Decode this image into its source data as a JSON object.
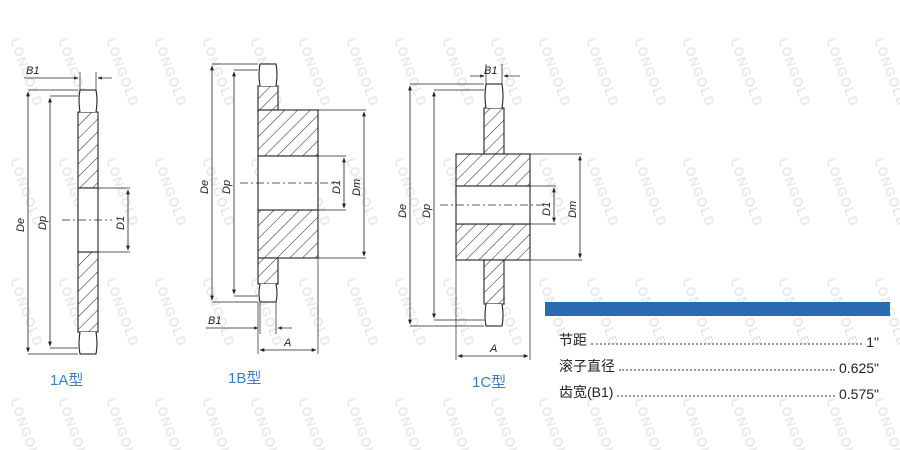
{
  "watermark": {
    "text": "LONGOLD"
  },
  "diagrams": [
    {
      "caption": "1A型",
      "labels": {
        "b1": "B1",
        "de": "De",
        "dp": "Dp",
        "d1": "D1"
      }
    },
    {
      "caption": "1B型",
      "labels": {
        "b1": "B1",
        "de": "De",
        "dp": "Dp",
        "d1": "D1",
        "dm": "Dm",
        "a": "A"
      }
    },
    {
      "caption": "1C型",
      "labels": {
        "b1": "B1",
        "de": "De",
        "dp": "Dp",
        "d1": "D1",
        "dm": "Dm",
        "a": "A"
      }
    }
  ],
  "specs": {
    "accent_color": "#2a6bb1",
    "rows": [
      {
        "label": "节距",
        "value": "1\""
      },
      {
        "label": "滚子直径",
        "value": "0.625\""
      },
      {
        "label": "齿宽(B1)",
        "value": "0.575\""
      }
    ]
  }
}
